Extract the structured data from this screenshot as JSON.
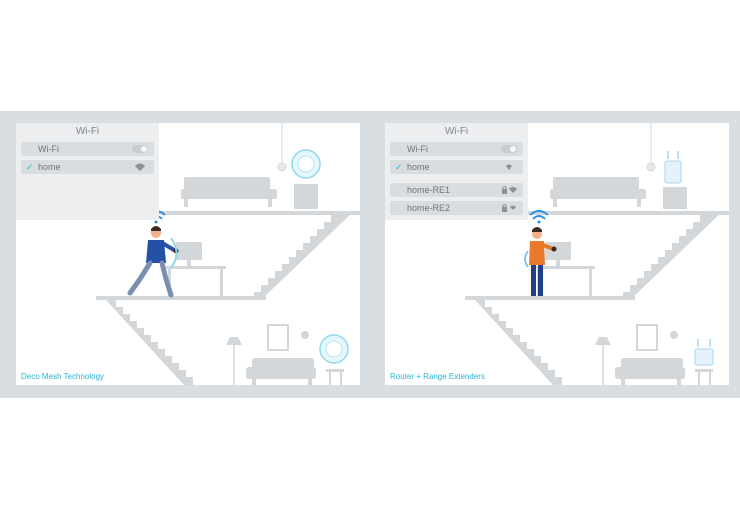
{
  "panels": [
    {
      "wifi_title": "Wi-Fi",
      "wifi_label": "Wi-Fi",
      "network": "home",
      "caption": "Deco Mesh Technology",
      "wifi_toggle_on": true
    },
    {
      "wifi_title": "Wi-Fi",
      "wifi_label": "Wi-Fi",
      "network": "home",
      "extenders": [
        "home-RE1",
        "home-RE2"
      ],
      "caption": "Router + Range Extenders",
      "wifi_toggle_on": true
    }
  ],
  "colors": {
    "accent": "#1fb4d2",
    "person_left_shirt": "#2450a8",
    "person_right_shirt": "#e8782a",
    "floor_gray": "#cfd3d6"
  }
}
